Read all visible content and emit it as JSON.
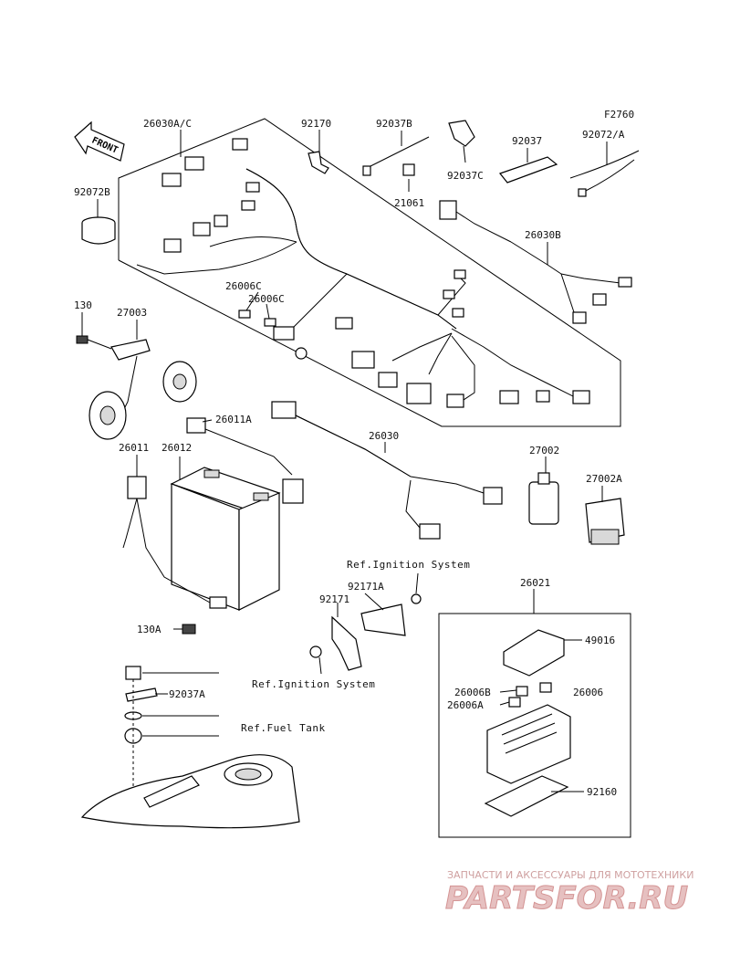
{
  "figure_code": "F2760",
  "part_labels": {
    "p26030AC": "26030A/C",
    "p92170": "92170",
    "p92037B": "92037B",
    "p92037C": "92037C",
    "p92037": "92037",
    "p92072A": "92072/A",
    "p92072B": "92072B",
    "p21061": "21061",
    "p26030B": "26030B",
    "p26006C_1": "26006C",
    "p26006C_2": "26006C",
    "p130": "130",
    "p27003": "27003",
    "p26011A": "26011A",
    "p26030": "26030",
    "p26011": "26011",
    "p26012": "26012",
    "p27002": "27002",
    "p27002A": "27002A",
    "p92171A": "92171A",
    "p92171": "92171",
    "p26021": "26021",
    "p49016": "49016",
    "p130A": "130A",
    "p92037A": "92037A",
    "p26006B": "26006B",
    "p26006": "26006",
    "p26006A": "26006A",
    "p92160": "92160"
  },
  "references": {
    "ignition_top": "Ref.Ignition System",
    "ignition_bottom": "Ref.Ignition System",
    "fuel_tank": "Ref.Fuel Tank"
  },
  "front_arrow_label": "FRONT",
  "watermark": {
    "tagline": "ЗАПЧАСТИ И АКСЕССУАРЫ ДЛЯ МОТОТЕХНИКИ",
    "brand": "PARTSFOR.RU"
  },
  "colors": {
    "line": "#000000",
    "watermark": "#e6c0c0"
  }
}
